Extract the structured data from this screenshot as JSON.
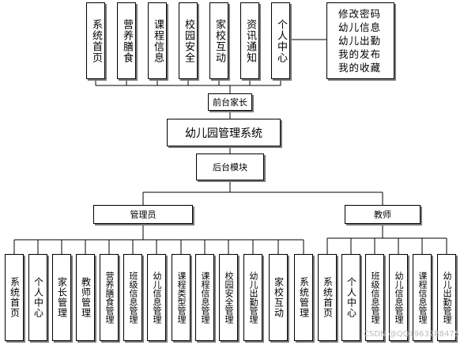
{
  "front": {
    "label": "前台家长",
    "modules": [
      "系统首页",
      "营养膳食",
      "课程信息",
      "校园安全",
      "家校互动",
      "资讯通知",
      "个人中心"
    ],
    "personal_items": [
      "修改密码",
      "幼儿信息",
      "幼儿出勤",
      "我的发布",
      "我的收藏"
    ]
  },
  "root": {
    "label": "幼儿园管理系统"
  },
  "back": {
    "label": "后台模块",
    "admin": {
      "label": "管理员",
      "modules": [
        "系统首页",
        "个人中心",
        "家长管理",
        "教师管理",
        "营养膳食管理",
        "班级信息管理",
        "幼儿信息管理",
        "课程类型管理",
        "课程信息管理",
        "校园安全管理",
        "幼儿出勤管理",
        "家校互动",
        "系统管理"
      ]
    },
    "teacher": {
      "label": "教师",
      "modules": [
        "系统首页",
        "个人中心",
        "班级信息管理",
        "幼儿信息管理",
        "课程信息管理",
        "幼儿出勤管理"
      ]
    }
  },
  "watermark": "CSDN @QQ1963288475"
}
